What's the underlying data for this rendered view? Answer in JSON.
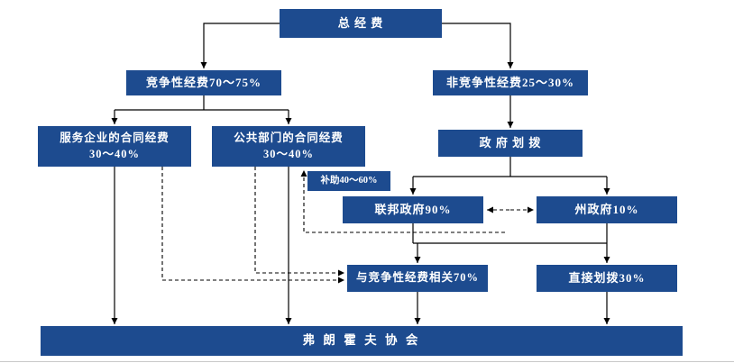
{
  "diagram": {
    "colors": {
      "box_fill": "#1d4b8f",
      "box_text": "#ffffff",
      "connector": "#000000"
    },
    "nodes": {
      "total": {
        "label": "总 经 费"
      },
      "competitive": {
        "label": "竞争性经费70～75%"
      },
      "noncompetitive": {
        "label": "非竞争性经费25～30%"
      },
      "service_contract": {
        "line1": "服务企业的合同经费",
        "line2": "30～40%"
      },
      "public_contract": {
        "line1": "公共部门的合同经费",
        "line2": "30～40%"
      },
      "gov_allocation": {
        "label": "政 府 划 拨"
      },
      "subsidy": {
        "label": "补助40～60%"
      },
      "federal": {
        "label": "联邦政府90%"
      },
      "state": {
        "label": "州政府10%"
      },
      "competitive_related": {
        "label": "与竞争性经费相关70%"
      },
      "direct_allocation": {
        "label": "直接划拨30%"
      },
      "fraunhofer": {
        "label": "弗 朗 霍 夫 协 会"
      }
    }
  }
}
